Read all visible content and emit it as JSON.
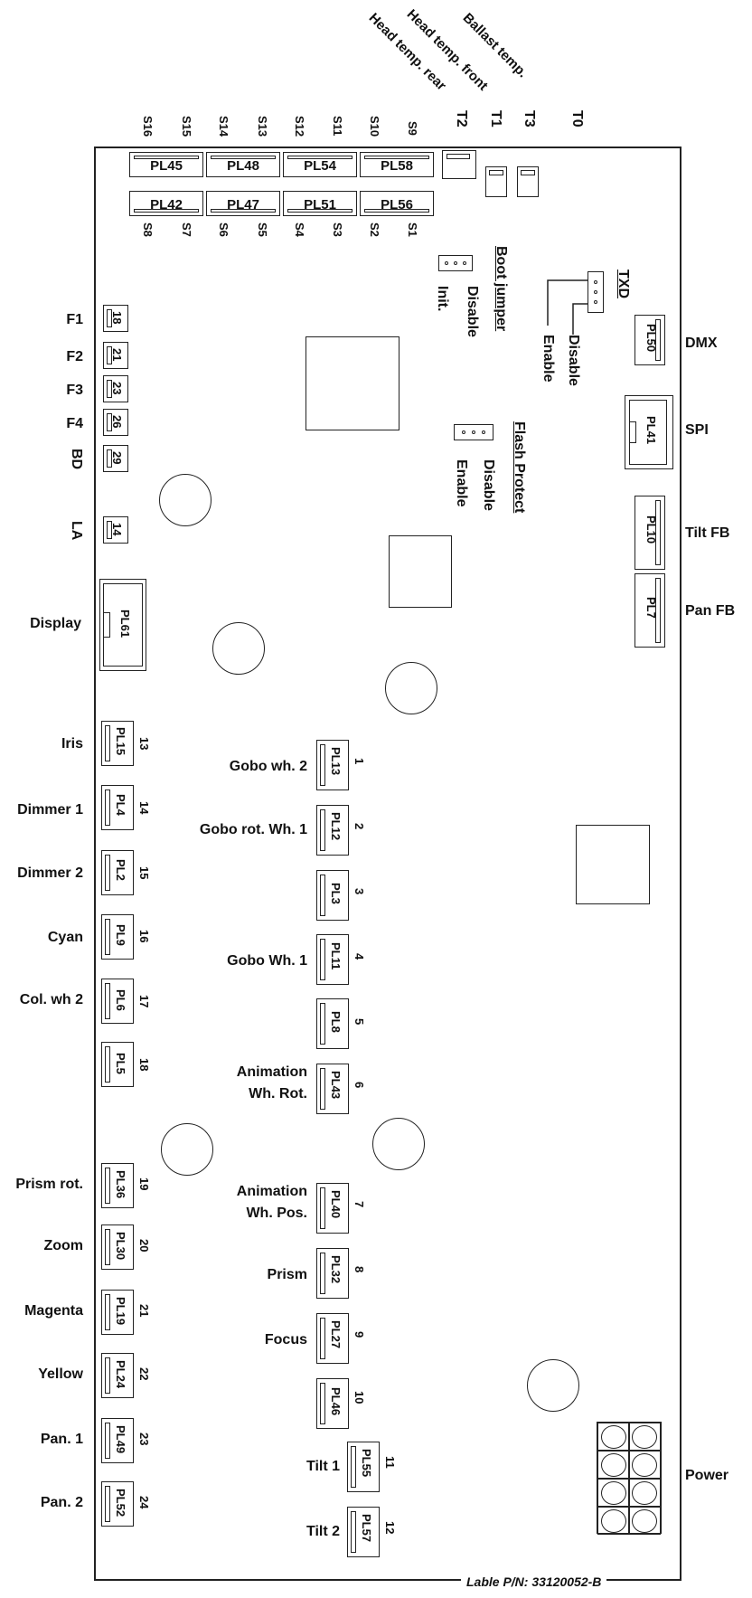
{
  "top_sensors": {
    "ballast": "Ballast temp.",
    "head_front": "Head temp. front",
    "head_rear": "Head temp. rear",
    "t2": "T2",
    "t1": "T1",
    "t3": "T3",
    "t0": "T0"
  },
  "top_connectors_upper": [
    {
      "name": "PL45",
      "left": "S16",
      "right": "S15"
    },
    {
      "name": "PL48",
      "left": "S14",
      "right": "S13"
    },
    {
      "name": "PL54",
      "left": "S12",
      "right": "S11"
    },
    {
      "name": "PL58",
      "left": "S10",
      "right": "S9"
    }
  ],
  "top_connectors_lower": [
    {
      "name": "PL42",
      "left": "S8",
      "right": "S7"
    },
    {
      "name": "PL47",
      "left": "S6",
      "right": "S5"
    },
    {
      "name": "PL51",
      "left": "S4",
      "right": "S3"
    },
    {
      "name": "PL56",
      "left": "S2",
      "right": "S1"
    }
  ],
  "jumpers": {
    "boot_title": "Boot jumper",
    "boot_disable": "Disable",
    "boot_init": "Init.",
    "txd_title": "TXD",
    "txd_disable": "Disable",
    "txd_enable": "Enable",
    "flash_title": "Flash Protect",
    "flash_disable": "Disable",
    "flash_enable": "Enable"
  },
  "left_small": [
    {
      "label": "F1",
      "num": "18"
    },
    {
      "label": "F2",
      "num": "21"
    },
    {
      "label": "F3",
      "num": "23"
    },
    {
      "label": "F4",
      "num": "26"
    },
    {
      "label": "BD",
      "num": "29"
    },
    {
      "label": "LA",
      "num": "14"
    }
  ],
  "display": {
    "label": "Display",
    "pl": "PL61"
  },
  "right_connectors": [
    {
      "label": "DMX",
      "pl": "PL50"
    },
    {
      "label": "SPI",
      "pl": "PL41"
    },
    {
      "label": "Tilt FB",
      "pl": "PL10"
    },
    {
      "label": "Pan FB",
      "pl": "PL7"
    }
  ],
  "left_column": [
    {
      "label": "Iris",
      "pl": "PL15",
      "num": "13"
    },
    {
      "label": "Dimmer 1",
      "pl": "PL4",
      "num": "14"
    },
    {
      "label": "Dimmer 2",
      "pl": "PL2",
      "num": "15"
    },
    {
      "label": "Cyan",
      "pl": "PL9",
      "num": "16"
    },
    {
      "label": "Col. wh 2",
      "pl": "PL6",
      "num": "17"
    },
    {
      "label": "",
      "pl": "PL5",
      "num": "18"
    },
    {
      "label": "Prism rot.",
      "pl": "PL36",
      "num": "19"
    },
    {
      "label": "Zoom",
      "pl": "PL30",
      "num": "20"
    },
    {
      "label": "Magenta",
      "pl": "PL19",
      "num": "21"
    },
    {
      "label": "Yellow",
      "pl": "PL24",
      "num": "22"
    },
    {
      "label": "Pan. 1",
      "pl": "PL49",
      "num": "23"
    },
    {
      "label": "Pan. 2",
      "pl": "PL52",
      "num": "24"
    }
  ],
  "mid_column": [
    {
      "label": "Gobo wh. 2",
      "pl": "PL13",
      "num": "1"
    },
    {
      "label": "Gobo rot. Wh. 1",
      "pl": "PL12",
      "num": "2"
    },
    {
      "label": "",
      "pl": "PL3",
      "num": "3"
    },
    {
      "label": "Gobo Wh. 1",
      "pl": "PL11",
      "num": "4"
    },
    {
      "label": "",
      "pl": "PL8",
      "num": "5"
    },
    {
      "label": "Animation",
      "label2": "Wh. Rot.",
      "pl": "PL43",
      "num": "6"
    },
    {
      "label": "Animation",
      "label2": "Wh. Pos.",
      "pl": "PL40",
      "num": "7"
    },
    {
      "label": "Prism",
      "pl": "PL32",
      "num": "8"
    },
    {
      "label": "Focus",
      "pl": "PL27",
      "num": "9"
    },
    {
      "label": "",
      "pl": "PL46",
      "num": "10"
    },
    {
      "label": "Tilt 1",
      "pl": "PL55",
      "num": "11"
    },
    {
      "label": "Tilt 2",
      "pl": "PL57",
      "num": "12"
    }
  ],
  "power": {
    "label": "Power"
  },
  "footer": {
    "part": "Lable P/N: 33120052-B"
  }
}
